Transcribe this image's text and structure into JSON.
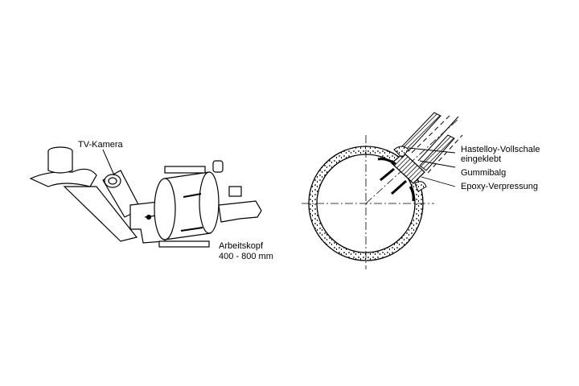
{
  "left_figure": {
    "camera_label": "TV-Kamera",
    "head_label_line1": "Arbeitskopf",
    "head_label_line2": "400 - 800 mm"
  },
  "right_figure": {
    "label_shell_line1": "Hastelloy-Vollschale",
    "label_shell_line2": "eingeklebt",
    "label_bellows": "Gummibalg",
    "label_epoxy": "Epoxy-Verpressung"
  }
}
